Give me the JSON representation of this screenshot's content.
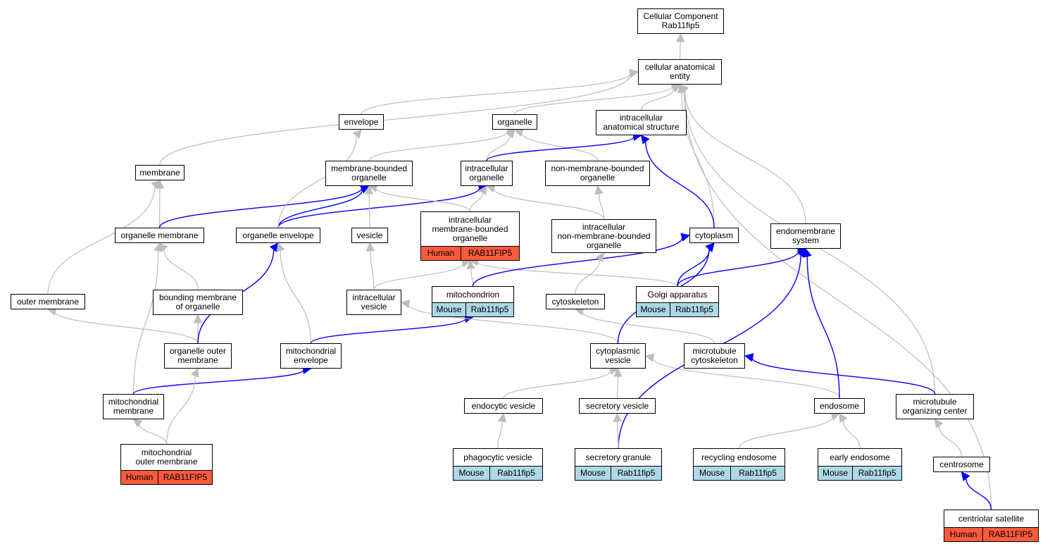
{
  "colors": {
    "edge_gray": "#bdbdbd",
    "edge_blue": "#0000ff",
    "human_fill": "#fa5a3d",
    "mouse_fill": "#add8e6"
  },
  "nodes": {
    "root": {
      "label": "Cellular Component\nRab11fip5"
    },
    "cae": {
      "label": "cellular anatomical\nentity"
    },
    "envelope": {
      "label": "envelope"
    },
    "organelle": {
      "label": "organelle"
    },
    "ias": {
      "label": "intracellular\nanatomical structure"
    },
    "membrane": {
      "label": "membrane"
    },
    "mbo": {
      "label": "membrane-bounded\norganelle"
    },
    "io": {
      "label": "intracellular\norganelle"
    },
    "nmbo": {
      "label": "non-membrane-bounded\norganelle"
    },
    "orgmem": {
      "label": "organelle membrane"
    },
    "orgenv": {
      "label": "organelle envelope"
    },
    "vesicle": {
      "label": "vesicle"
    },
    "imbo": {
      "label": "intracellular\nmembrane-bounded\norganelle",
      "annotation": {
        "species": "Human",
        "gene": "RAB11FIP5"
      }
    },
    "inmbo": {
      "label": "intracellular\nnon-membrane-bounded\norganelle"
    },
    "cytoplasm": {
      "label": "cytoplasm"
    },
    "endomem": {
      "label": "endomembrane\nsystem"
    },
    "outermem": {
      "label": "outer membrane"
    },
    "boundmem": {
      "label": "bounding membrane\nof organelle"
    },
    "ivesicle": {
      "label": "intracellular\nvesicle"
    },
    "mito": {
      "label": "mitochondrion",
      "annotation": {
        "species": "Mouse",
        "gene": "Rab11fip5"
      }
    },
    "cytoskel": {
      "label": "cytoskeleton"
    },
    "golgi": {
      "label": "Golgi apparatus",
      "annotation": {
        "species": "Mouse",
        "gene": "Rab11fip5"
      }
    },
    "orgouter": {
      "label": "organelle outer\nmembrane"
    },
    "mitoenv": {
      "label": "mitochondrial\nenvelope"
    },
    "cytovesicle": {
      "label": "cytoplasmic\nvesicle"
    },
    "mtcyto": {
      "label": "microtubule\ncytoskeleton"
    },
    "mitomem": {
      "label": "mitochondrial\nmembrane"
    },
    "endovesicle": {
      "label": "endocytic vesicle"
    },
    "secvesicle": {
      "label": "secretory vesicle"
    },
    "endosome": {
      "label": "endosome"
    },
    "mtoc": {
      "label": "microtubule\norganizing center"
    },
    "mitoouter": {
      "label": "mitochondrial\nouter membrane",
      "annotation": {
        "species": "Human",
        "gene": "RAB11FIP5"
      }
    },
    "phago": {
      "label": "phagocytic vesicle",
      "annotation": {
        "species": "Mouse",
        "gene": "Rab11fip5"
      }
    },
    "secgran": {
      "label": "secretory granule",
      "annotation": {
        "species": "Mouse",
        "gene": "Rab11fip5"
      }
    },
    "recycling": {
      "label": "recycling endosome",
      "annotation": {
        "species": "Mouse",
        "gene": "Rab11fip5"
      }
    },
    "early": {
      "label": "early endosome",
      "annotation": {
        "species": "Mouse",
        "gene": "Rab11fip5"
      }
    },
    "centrosome": {
      "label": "centrosome"
    },
    "centsat": {
      "label": "centriolar satellite",
      "annotation": {
        "species": "Human",
        "gene": "RAB11FIP5"
      }
    }
  },
  "edges": [
    {
      "from": "cae",
      "to": "root",
      "color": "gray"
    },
    {
      "from": "envelope",
      "to": "cae",
      "color": "gray"
    },
    {
      "from": "organelle",
      "to": "cae",
      "color": "gray"
    },
    {
      "from": "ias",
      "to": "cae",
      "color": "gray"
    },
    {
      "from": "membrane",
      "to": "cae",
      "color": "gray"
    },
    {
      "from": "cytoplasm",
      "to": "cae",
      "color": "gray"
    },
    {
      "from": "endomem",
      "to": "cae",
      "color": "gray"
    },
    {
      "from": "mtoc",
      "to": "cae",
      "color": "gray"
    },
    {
      "from": "centsat",
      "to": "cae",
      "color": "gray"
    },
    {
      "from": "mbo",
      "to": "organelle",
      "color": "gray"
    },
    {
      "from": "io",
      "to": "organelle",
      "color": "gray"
    },
    {
      "from": "nmbo",
      "to": "organelle",
      "color": "gray"
    },
    {
      "from": "io",
      "to": "ias",
      "color": "blue"
    },
    {
      "from": "cytoplasm",
      "to": "ias",
      "color": "blue"
    },
    {
      "from": "orgmem",
      "to": "membrane",
      "color": "gray"
    },
    {
      "from": "outermem",
      "to": "membrane",
      "color": "gray"
    },
    {
      "from": "orgmem",
      "to": "mbo",
      "color": "blue"
    },
    {
      "from": "orgenv",
      "to": "mbo",
      "color": "blue"
    },
    {
      "from": "orgenv",
      "to": "io",
      "color": "blue"
    },
    {
      "from": "orgenv",
      "to": "envelope",
      "color": "gray"
    },
    {
      "from": "vesicle",
      "to": "mbo",
      "color": "gray"
    },
    {
      "from": "imbo",
      "to": "mbo",
      "color": "gray"
    },
    {
      "from": "imbo",
      "to": "io",
      "color": "gray"
    },
    {
      "from": "inmbo",
      "to": "io",
      "color": "gray"
    },
    {
      "from": "inmbo",
      "to": "nmbo",
      "color": "gray"
    },
    {
      "from": "boundmem",
      "to": "orgmem",
      "color": "gray"
    },
    {
      "from": "mitomem",
      "to": "orgmem",
      "color": "gray"
    },
    {
      "from": "orgouter",
      "to": "boundmem",
      "color": "gray"
    },
    {
      "from": "orgouter",
      "to": "outermem",
      "color": "gray"
    },
    {
      "from": "orgouter",
      "to": "orgenv",
      "color": "blue"
    },
    {
      "from": "mitoenv",
      "to": "orgenv",
      "color": "gray"
    },
    {
      "from": "ivesicle",
      "to": "vesicle",
      "color": "gray"
    },
    {
      "from": "ivesicle",
      "to": "imbo",
      "color": "gray"
    },
    {
      "from": "mito",
      "to": "imbo",
      "color": "gray"
    },
    {
      "from": "golgi",
      "to": "imbo",
      "color": "gray"
    },
    {
      "from": "mito",
      "to": "cytoplasm",
      "color": "blue"
    },
    {
      "from": "golgi",
      "to": "cytoplasm",
      "color": "blue"
    },
    {
      "from": "golgi",
      "to": "endomem",
      "color": "blue"
    },
    {
      "from": "cytoskel",
      "to": "inmbo",
      "color": "gray"
    },
    {
      "from": "mitoenv",
      "to": "mito",
      "color": "blue"
    },
    {
      "from": "cytovesicle",
      "to": "ivesicle",
      "color": "gray"
    },
    {
      "from": "cytovesicle",
      "to": "cytoplasm",
      "color": "blue"
    },
    {
      "from": "mtcyto",
      "to": "cytoskel",
      "color": "gray"
    },
    {
      "from": "mitomem",
      "to": "mitoenv",
      "color": "blue"
    },
    {
      "from": "endovesicle",
      "to": "cytovesicle",
      "color": "gray"
    },
    {
      "from": "secvesicle",
      "to": "cytovesicle",
      "color": "gray"
    },
    {
      "from": "endosome",
      "to": "cytovesicle",
      "color": "gray"
    },
    {
      "from": "endosome",
      "to": "endomem",
      "color": "blue"
    },
    {
      "from": "secgran",
      "to": "endomem",
      "color": "blue"
    },
    {
      "from": "mtoc",
      "to": "mtcyto",
      "color": "blue"
    },
    {
      "from": "mitoouter",
      "to": "mitomem",
      "color": "gray"
    },
    {
      "from": "mitoouter",
      "to": "orgouter",
      "color": "gray"
    },
    {
      "from": "phago",
      "to": "endovesicle",
      "color": "gray"
    },
    {
      "from": "secgran",
      "to": "secvesicle",
      "color": "gray"
    },
    {
      "from": "recycling",
      "to": "endosome",
      "color": "gray"
    },
    {
      "from": "early",
      "to": "endosome",
      "color": "gray"
    },
    {
      "from": "centrosome",
      "to": "mtoc",
      "color": "gray"
    },
    {
      "from": "centsat",
      "to": "centrosome",
      "color": "blue"
    }
  ]
}
